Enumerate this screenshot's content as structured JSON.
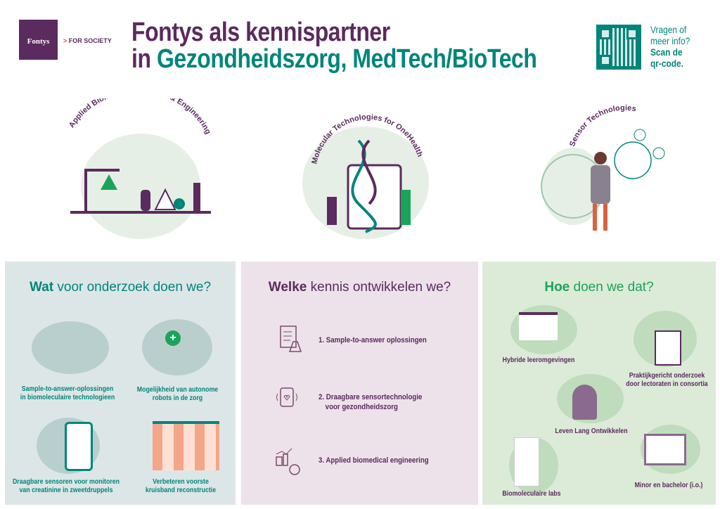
{
  "header": {
    "logo_text": "Fontys",
    "tagline_arrow": ">",
    "tagline": "FOR SOCIETY",
    "title_line1": "Fontys als kennispartner",
    "title_line2_prefix": "in",
    "title_line2_highlight": "Gezondheidszorg, MedTech/BioTech",
    "qr_line1": "Vragen of",
    "qr_line2": "meer info?",
    "qr_line3": "Scan de",
    "qr_line4": "qr-code."
  },
  "themes": [
    {
      "label": "Applied Biomedical Sciences & Engineering"
    },
    {
      "label": "Molecular Technologies for OneHealth"
    },
    {
      "label": "Sensor Technologies"
    }
  ],
  "panels": {
    "research": {
      "title_bold": "Wat",
      "title_rest": " voor onderzoek doen we?",
      "items": [
        {
          "l1": "Sample-to-answer-oplossingen",
          "l2": "in biomoleculaire technologieen"
        },
        {
          "l1": "Mogelijkheid van autonome",
          "l2": "robots in de zorg"
        },
        {
          "l1": "Draagbare sensoren voor monitoren",
          "l2": "van creatinine in zweetdruppels"
        },
        {
          "l1": "Verbeteren voorste",
          "l2": "kruisband reconstructie"
        }
      ]
    },
    "knowledge": {
      "title_bold": "Welke",
      "title_rest": " kennis ontwikkelen we?",
      "items": [
        {
          "l1": "1. Sample-to-answer oplossingen",
          "l2": ""
        },
        {
          "l1": "2. Draagbare sensortechnologie",
          "l2": "voor gezondheidszorg"
        },
        {
          "l1": "3. Applied biomedical engineering",
          "l2": ""
        }
      ]
    },
    "how": {
      "title_bold": "Hoe",
      "title_rest": " doen we dat?",
      "items": [
        {
          "l1": "Hybride leeromgevingen"
        },
        {
          "l1": "Praktijkgericht onderzoek",
          "l2": "door lectoraten in consortia"
        },
        {
          "l1": "Leven Lang Ontwikkelen"
        },
        {
          "l1": "Biomoleculaire labs"
        },
        {
          "l1": "Minor en bachelor (i.o.)"
        }
      ]
    }
  },
  "colors": {
    "purple": "#5b2a5e",
    "teal": "#00857a",
    "green": "#1ba35a"
  }
}
